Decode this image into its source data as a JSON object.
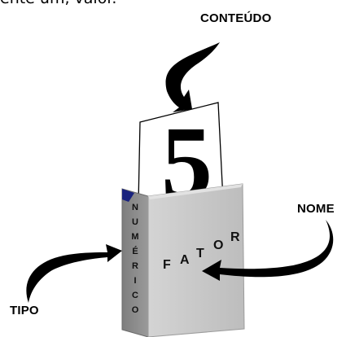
{
  "intro_text": "ente um, valor.",
  "labels": {
    "content": "CONTEÚDO",
    "name": "NOME",
    "type": "TIPO"
  },
  "card": {
    "value": "5"
  },
  "box": {
    "front_label": [
      "F",
      "A",
      "T",
      "O",
      "R"
    ],
    "spine_label": [
      "N",
      "U",
      "M",
      "É",
      "R",
      "I",
      "C",
      "O"
    ]
  },
  "colors": {
    "box_front": "#c8c8c8",
    "box_spine": "#8c8c8c",
    "spine_accent": "#1a237e",
    "arrow": "#000000"
  }
}
